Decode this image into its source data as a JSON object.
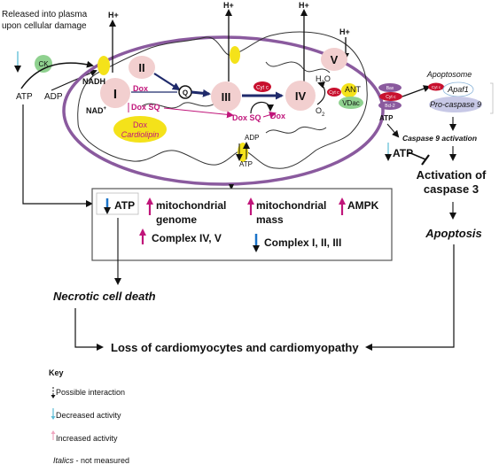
{
  "top_left": {
    "released_line1": "Released into plasma",
    "released_line2": "upon cellular damage",
    "ck": "CK",
    "atp": "ATP",
    "adp": "ADP"
  },
  "mito": {
    "h_plus": "H+",
    "complex_I": "I",
    "complex_II": "II",
    "complex_III": "III",
    "complex_IV": "IV",
    "complex_V": "V",
    "q": "Q",
    "nadh": "NADH",
    "nad": "NAD",
    "nad_sup": "+",
    "dox": "Dox",
    "dox_sq": "Dox SQ",
    "dox_cardiolipin_1": "Dox",
    "dox_cardiolipin_2": "Cardiolipin",
    "cyt_c": "Cyt c",
    "h2o_main": "H",
    "h2o_sub": "2",
    "h2o_end": "O",
    "o2_main": "O",
    "o2_sub": "2",
    "ant": "ANT",
    "vdac": "VDac",
    "adp": "ADP",
    "atp": "ATP"
  },
  "right_column": {
    "apoptosome": "Apoptosome",
    "cyt_small": "Cyt c",
    "bax": "Bax",
    "bcl2": "Bcl-2",
    "apaf1": "Apaf1",
    "procaspase9": "Pro-caspase 9",
    "atp_small": "ATP",
    "caspase9": "Caspase 9 activation",
    "atp_big": "ATP",
    "activation_line1": "Activation of",
    "activation_line2": "caspase 3",
    "apoptosis": "Apoptosis"
  },
  "box": {
    "atp": "ATP",
    "mito_genome_1": "mitochondrial",
    "mito_genome_2": "genome",
    "mito_mass_1": "mitochondrial",
    "mito_mass_2": "mass",
    "ampk": "AMPK",
    "complex_iv_v": "Complex IV, V",
    "complex_i_ii_iii": "Complex I, II, III"
  },
  "bottom": {
    "necrotic": "Necrotic cell death",
    "loss": "Loss of cardiomyocytes and cardiomyopathy"
  },
  "key": {
    "title": "Key",
    "possible": "Possible interaction",
    "decreased": "Decreased activity",
    "increased": "Increased activity",
    "italics_word": "Italics",
    "italics_rest": " - not measured"
  },
  "colors": {
    "membrane": "#8a5a9e",
    "complex_fill": "#f2cfcf",
    "magenta": "#c0157a",
    "blue_arrow": "#1a73c8",
    "light_blue": "#5bbcd6",
    "light_pink": "#f0a6c0",
    "yellow": "#f4e21a",
    "navy": "#1f2a6b",
    "ck_green": "#8fd18f"
  }
}
